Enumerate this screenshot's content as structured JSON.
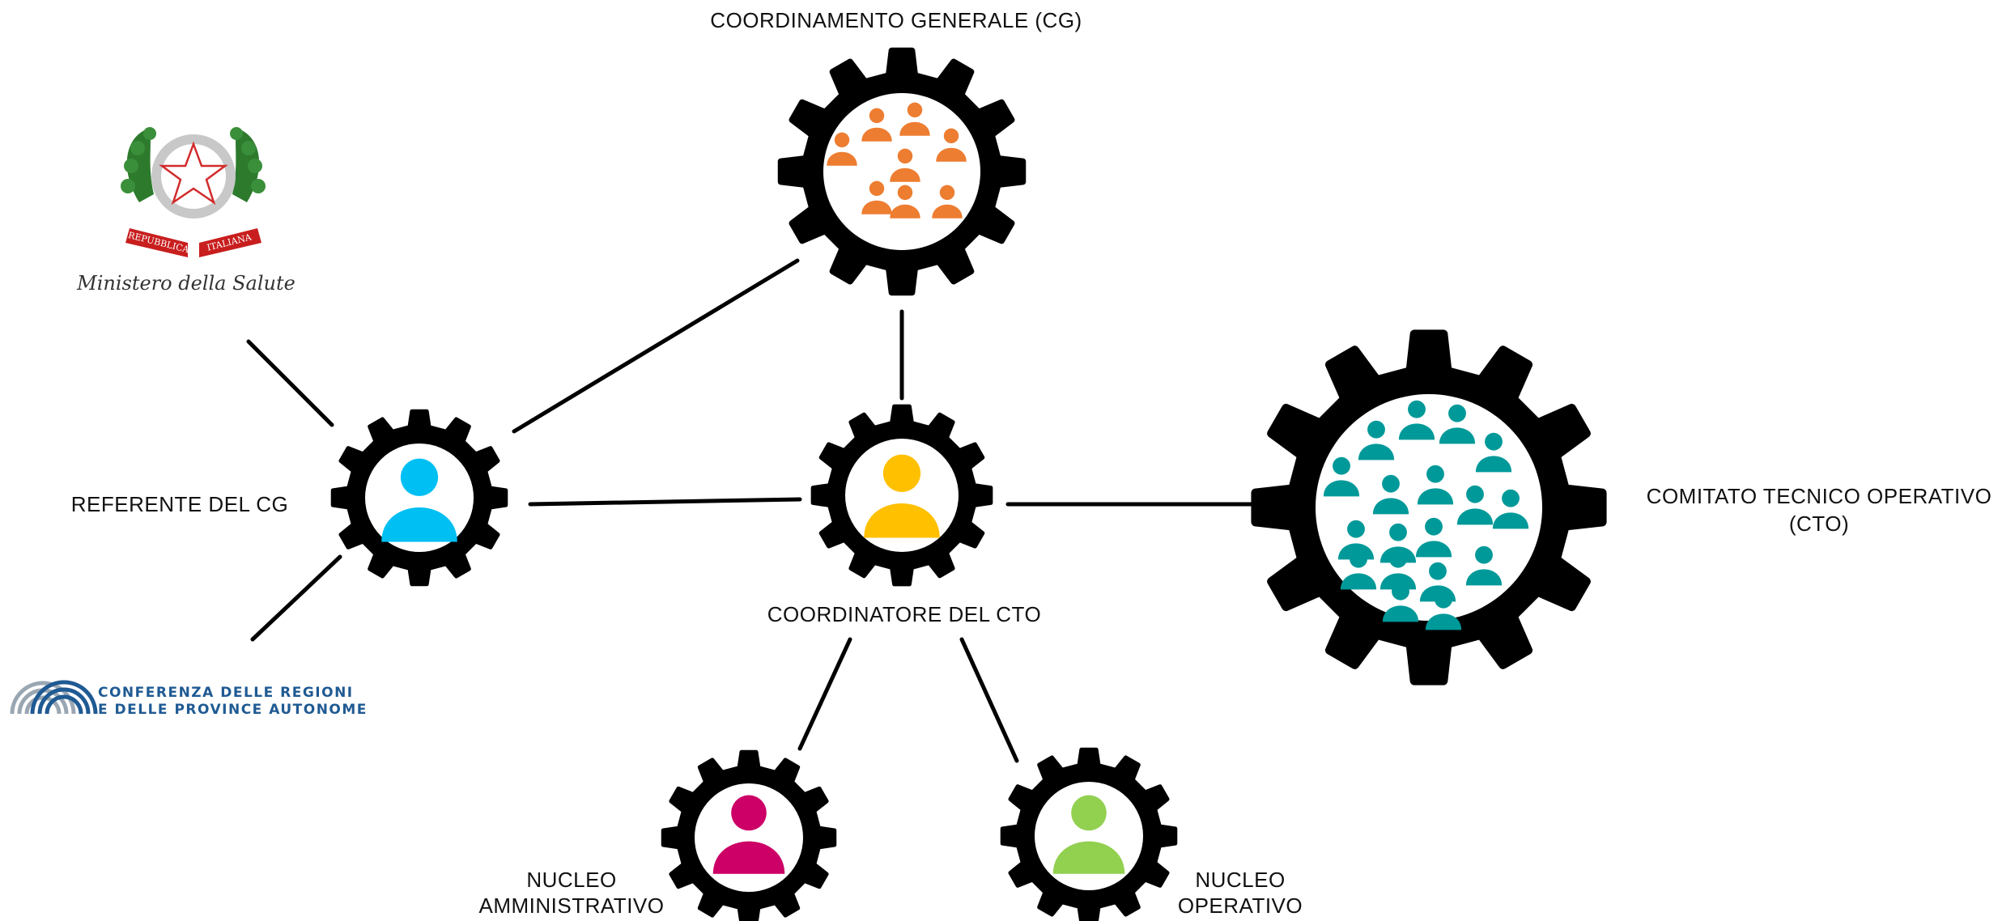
{
  "labels": {
    "cg": "COORDINAMENTO GENERALE (CG)",
    "referente": "REFERENTE DEL CG",
    "coordinatore": "COORDINATORE DEL CTO",
    "cto_line1": "COMITATO TECNICO OPERATIVO",
    "cto_line2": "(CTO)",
    "amm_line1": "NUCLEO",
    "amm_line2": "AMMINISTRATIVO",
    "op_line1": "NUCLEO",
    "op_line2": "OPERATIVO"
  },
  "logos": {
    "ministero_caption": "Ministero della Salute",
    "emblem_ribbon_left": "REPUBBLICA",
    "emblem_ribbon_right": "ITALIANA",
    "conferenza_line1": "CONFERENZA DELLE REGIONI",
    "conferenza_line2": "E DELLE PROVINCE AUTONOME"
  },
  "colors": {
    "gear": "#000000",
    "cg_people": "#ed7d31",
    "referente": "#00bff3",
    "coordinatore": "#ffc000",
    "cto_people": "#009999",
    "amministrativo": "#cc0066",
    "operativo": "#92d050",
    "conferenza": "#1f5a93"
  }
}
